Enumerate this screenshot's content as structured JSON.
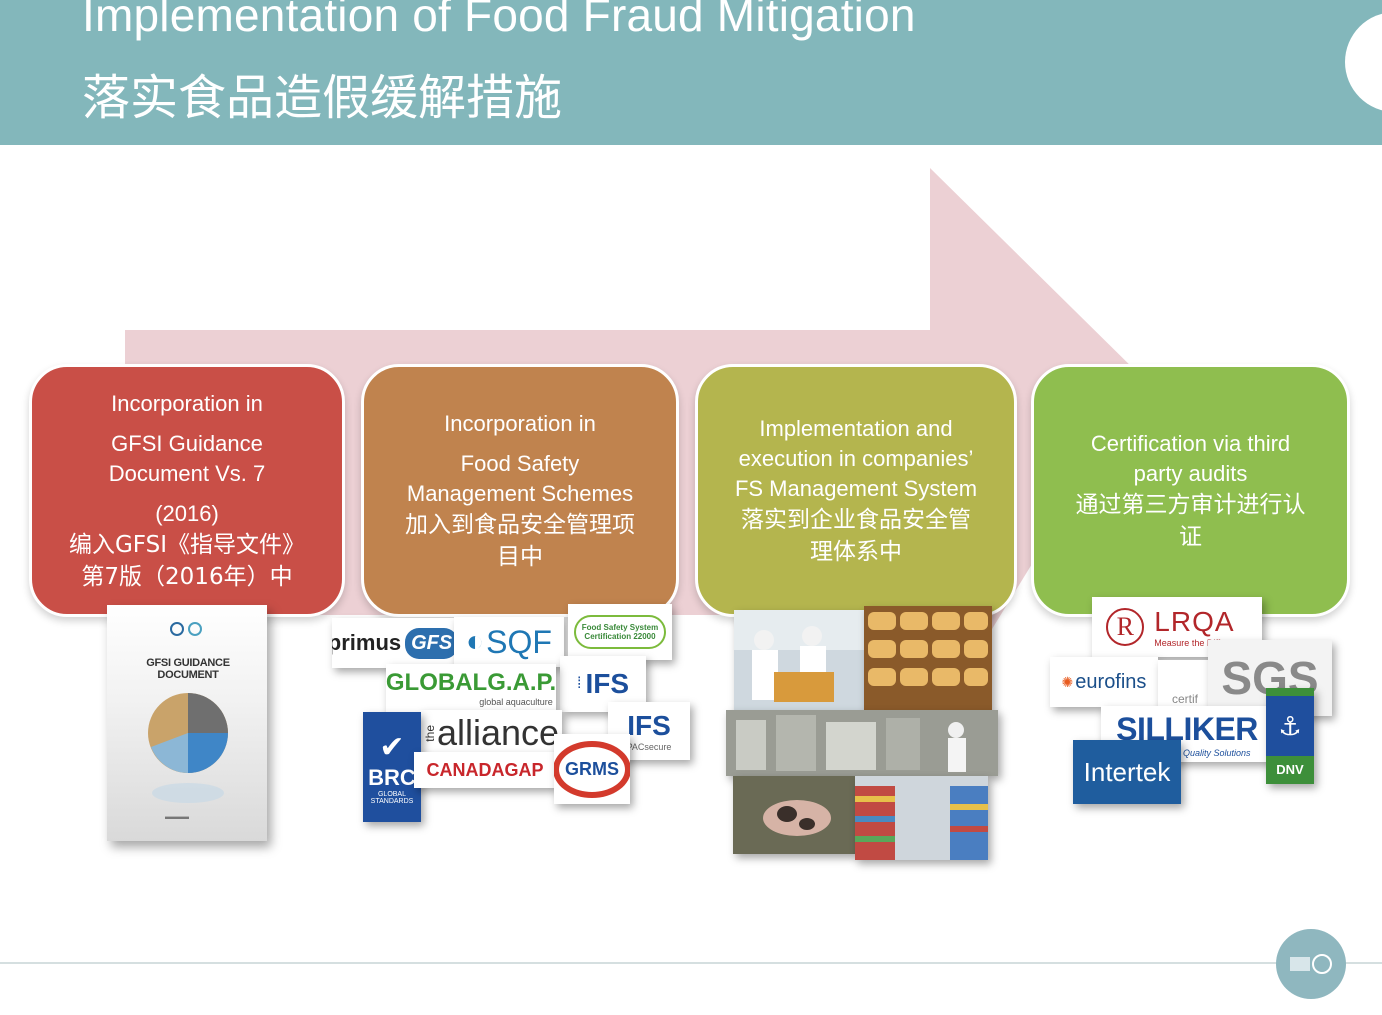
{
  "header": {
    "title_en": "Implementation of Food Fraud Mitigation",
    "title_cn": "落实食品造假缓解措施"
  },
  "colors": {
    "header": "#83b7bb",
    "arrow": "#ecd0d4",
    "step1": "#c94f47",
    "step2": "#c0834e",
    "step3": "#b4b54e",
    "step4": "#8fbe4f"
  },
  "steps": [
    {
      "line1": "Incorporation in",
      "line2": "GFSI Guidance",
      "line3": "Document Vs. 7",
      "line4": "(2016)",
      "cn1": "编入GFSI《指导文件》",
      "cn2": "第7版（2016年）中"
    },
    {
      "line1": "Incorporation in",
      "line2": "Food Safety",
      "line3": "Management Schemes",
      "cn1": "加入到食品安全管理项",
      "cn2": "目中"
    },
    {
      "line1": "Implementation and",
      "line2": "execution in companies’",
      "line3": "FS Management System",
      "cn1": "落实到企业食品安全管",
      "cn2": "理体系中"
    },
    {
      "line1": "Certification via third",
      "line2": "party audits",
      "cn1": "通过第三方审计进行认",
      "cn2": "证"
    }
  ],
  "gfsi_doc": {
    "cover_title": "GFSI GUIDANCE DOCUMENT"
  },
  "schemes": {
    "primus": "primus",
    "gfs": "GFS",
    "sqf": "SQF",
    "fssc": "Food Safety System Certification 22000",
    "ifs": "IFS",
    "globalgap": "GLOBALG.A.P.",
    "globalgap_sub": "global aquaculture",
    "alliance": "alliance",
    "alliance_prefix": "the",
    "ifs_pac": "IFS",
    "ifs_pac_sub": "PACsecure",
    "brc": "BRC",
    "brc_sub": "GLOBAL STANDARDS",
    "canadagap": "CANADAGAP",
    "grms": "GRMS"
  },
  "certifiers": {
    "lrqa": "LRQA",
    "lrqa_tag": "Measure the Difference",
    "eurofins": "eurofins",
    "sgs": "SGS",
    "certif": "certif",
    "silliker": "SILLIKER",
    "silliker_tag": "Food Safety & Quality Solutions",
    "intertek": "Intertek",
    "dnv": "DNV"
  },
  "icons": [
    "gfsi-logo-icon",
    "pie-chart-icon",
    "brc-check-icon",
    "lrqa-r-icon",
    "dnv-ship-icon",
    "footer-logo-icon"
  ]
}
